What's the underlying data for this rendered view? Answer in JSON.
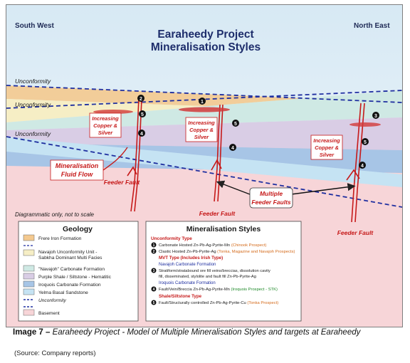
{
  "header": {
    "left_label": "South West",
    "right_label": "North East",
    "title_line1": "Earaheedy Project",
    "title_line2": "Mineralisation Styles"
  },
  "cross_section": {
    "unconformity_labels": [
      "Unconformity",
      "Unconformity",
      "Unconformity"
    ],
    "increasing_label": [
      "Increasing",
      "Copper &",
      "Silver"
    ],
    "fluid_flow_label": [
      "Mineralisation",
      "Fluid Flow"
    ],
    "feeder_fault_label": "Feeder Fault",
    "multiple_faults_label": [
      "Multiple",
      "Feeder Faults"
    ],
    "note": "Diagrammatic only, not to scale",
    "numbered_markers": [
      "1",
      "2",
      "3",
      "4",
      "5"
    ],
    "colors": {
      "frere": "#f4c98f",
      "navajoh_unconformity": "#f6eec5",
      "navajoh_carbonate": "#cfe9e4",
      "purple_shale": "#d9cde5",
      "iroquois": "#a7c5e6",
      "yelma": "#c5e3f3",
      "basement": "#f7d5d8",
      "fault": "#c61a1a",
      "callout_text": "#c61a1a"
    }
  },
  "geology_legend": {
    "title": "Geology",
    "items": [
      {
        "label": "Frere Iron Formation",
        "swatch": "frere"
      },
      {
        "label": "Navajoh Unconformity Unit -",
        "label2": "Sabkha Dominant Multi Facies",
        "swatch": "navajoh_unconformity"
      },
      {
        "label": "\"Navajoh\" Carbonate Formation",
        "swatch": "navajoh_carbonate"
      },
      {
        "label": "Purple Shale / Siltstone - Hematitic",
        "swatch": "purple_shale"
      },
      {
        "label": "Iroquois Carbonate Formation",
        "swatch": "iroquois"
      },
      {
        "label": "Yelma Basal Sandstone",
        "swatch": "yelma"
      },
      {
        "label": "Unconformity",
        "swatch": "dashed"
      },
      {
        "label": "Basement",
        "swatch": "basement"
      }
    ]
  },
  "styles_legend": {
    "title": "Mineralisation Styles",
    "unconformity_type": "Unconformity Type",
    "item1_text": "Carbonate Hosted Zn-Pb-Ag-Pyrite-Mn",
    "item1_note": "(Chinook Prospect)",
    "item2_text": "Clastic Hosted Zn-Pb-Pyrite-Ag",
    "item2_note": "(Tonka, Magazine and Navajoh Prospects)",
    "mvt_type": "MVT Type (Includes Irish Type)",
    "navajoh_carbonate": "Navajoh Carbonate Formation",
    "item3_line1": "Stratiform/stratabound ore fill veins/breccias, dissolution cavity",
    "item3_line2": "fill, disseminated, stylolite and fault fill Zn-Pb-Pyrite-Ag",
    "iroquois_carbonate": "Iroquois Carbonate Formation",
    "item4_text": "Fault/Vein/Breccia Zn-Pb-Ag-Pyrite-Mn",
    "item4_note": "(Iroquois Prospect - STK)",
    "shale_type": "Shale/Siltstone Type",
    "item5_text": "Fault/Structurally controlled Zn-Pb-Ag-Pyrite-Cu",
    "item5_note": "(Tonka Prospect)"
  },
  "caption": {
    "bold": "Image 7 –",
    "rest": " Earaheedy Project - Model of Multiple Mineralisation Styles and targets at Earaheedy"
  },
  "source": "(Source: Company reports)"
}
